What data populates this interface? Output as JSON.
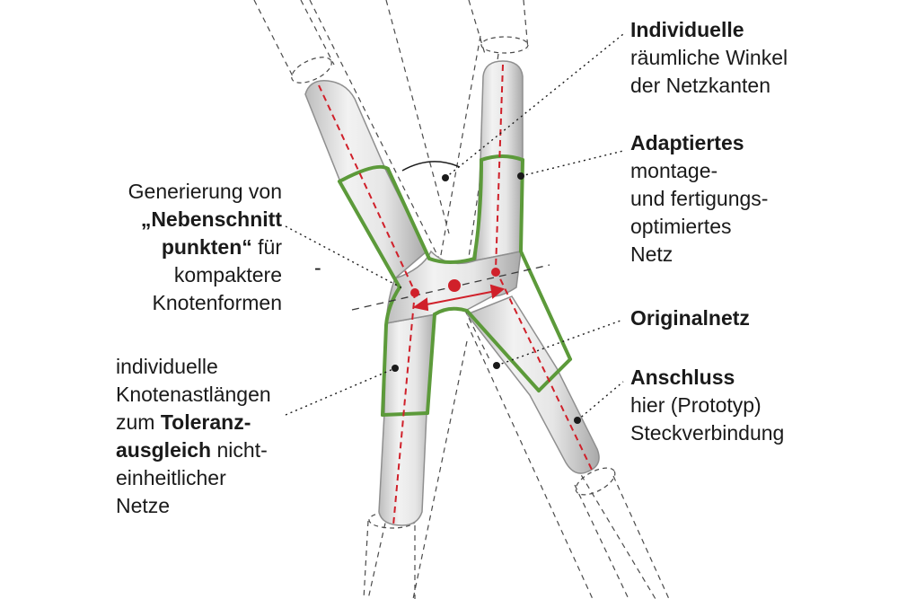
{
  "labels": {
    "individuelle": {
      "bold": "Individuelle",
      "lines": [
        "räumliche Winkel",
        "der Netzkanten"
      ]
    },
    "adaptiertes": {
      "bold": "Adaptiertes",
      "lines": [
        "montage-",
        "und fertigungs-",
        "optimiertes",
        "Netz"
      ]
    },
    "originalnetz": {
      "bold": "Originalnetz"
    },
    "anschluss": {
      "bold": "Anschluss",
      "lines": [
        "hier (Prototyp)",
        "Steckverbindung"
      ]
    },
    "generierung": {
      "line1": "Generierung von",
      "bold1": "„Nebenschnitt",
      "bold2": "punkten“",
      "line3_rest": " für",
      "line4": "kompaktere",
      "line5": "Knotenformen",
      "dash": "-"
    },
    "knotenast": {
      "line1": "individuelle",
      "line2": "Knotenastlängen",
      "line3_pre": "zum ",
      "bold3": "Toleranz-",
      "bold4": "ausgleich",
      "line4_rest": " nicht-",
      "line5": "einheitlicher",
      "line6": "Netze"
    }
  },
  "colors": {
    "tube_fill": "#d9d9d9",
    "tube_edge": "#9a9a9a",
    "green_edge": "#5c9a3a",
    "red": "#d0202a",
    "guide": "#3a3a3a"
  }
}
